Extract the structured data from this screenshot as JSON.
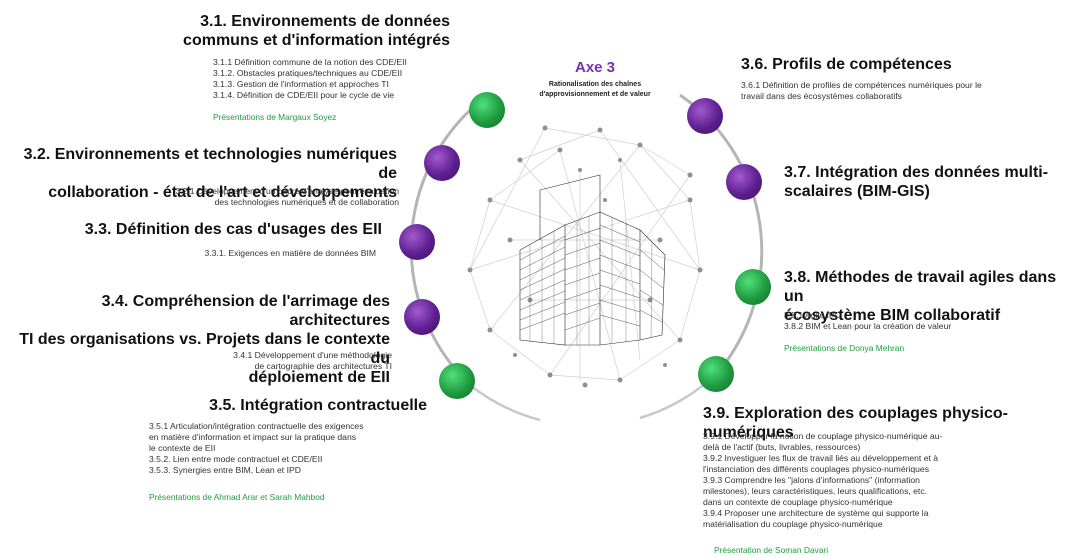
{
  "axe": {
    "title": "Axe 3",
    "subtitle_line1": "Rationalisation des chaînes",
    "subtitle_line2": "d'approvisionnement et de valeur"
  },
  "colors": {
    "green": "#1f9a3f",
    "purple": "#5e1f8f",
    "presentation": "#1e9e3e"
  },
  "s31": {
    "title_l1": "3.1. Environnements de données",
    "title_l2": "communs et d'information intégrés",
    "items": [
      "3.1.1 Définition commune de la notion des CDE/EII",
      "3.1.2. Obstacles pratiques/techniques au CDE/EII",
      "3.1.3. Gestion de l'information et approches TI",
      "3.1.4. Définition de CDE/EII pour le cycle de vie"
    ],
    "pres": "Présentations de Margaux Soyez"
  },
  "s32": {
    "title_l1": "3.2. Environnements et technologies numériques de",
    "title_l2": "collaboration - état de l'art et développements",
    "items": [
      "3.2.1 Développement d'un cadre d'analyse pour évaluation",
      "des technologies numériques et de collaboration"
    ]
  },
  "s33": {
    "title": "3.3. Définition des cas d'usages des EII",
    "items": [
      "3.3.1. Exigences en matière de données BIM"
    ]
  },
  "s34": {
    "title_l1": "3.4. Compréhension de l'arrimage des architectures",
    "title_l2": "TI des organisations vs. Projets dans le contexte du",
    "title_l3": "déploiement de EII",
    "items": [
      "3.4.1 Développement d'une méthodologie",
      "de cartographie des architectures TI"
    ]
  },
  "s35": {
    "title": "3.5. Intégration contractuelle",
    "items": [
      "3.5.1 Articulation/intégration contractuelle des exigences",
      "en matière d'information et impact sur la pratique dans",
      "le contexte de EII",
      "3.5.2. Lien entre mode contractuel et CDE/EII",
      "3.5.3. Synergies entre BIM, Lean et IPD"
    ],
    "pres": "Présentations de Ahmad Arar et Sarah Mahbod"
  },
  "s36": {
    "title": "3.6. Profils de compétences",
    "items": [
      "3.6.1 Définition de profiles de compétences numériques pour le",
      "travail dans des écosystèmes collaboratifs"
    ]
  },
  "s37": {
    "title_l1": "3.7. Intégration des données multi-",
    "title_l2": "scalaires (BIM-GIS)"
  },
  "s38": {
    "title_l1": "3.8. Méthodes de travail agiles dans un",
    "title_l2": "écosystème BIM collaboratif",
    "items": [
      "3.8.1 Agile IPD",
      "3.8.2 BIM et Lean pour la création de valeur"
    ],
    "pres": "Présentations de Donya Mehran"
  },
  "s39": {
    "title": "3.9. Exploration des couplages physico-numériques",
    "items": [
      "3.9.1 Développer la notion de couplage physico-numérique au-",
      "delà de l'actif (buts, livrables, ressources)",
      "3.9.2 Investiguer les flux de travail liés au développement et à",
      "l'instanciation des différents couplages physico-numériques",
      "3.9.3 Comprendre les \"jalons d'informations\" (information",
      "milestones), leurs caractéristiques, leurs qualifications, etc.",
      "dans un contexte de couplage physico-numérique",
      "3.9.4 Proposer une architecture de système qui supporte la",
      "matérialisation du couplage physico-numérique"
    ],
    "pres": "Présentation de Soman Davari"
  }
}
